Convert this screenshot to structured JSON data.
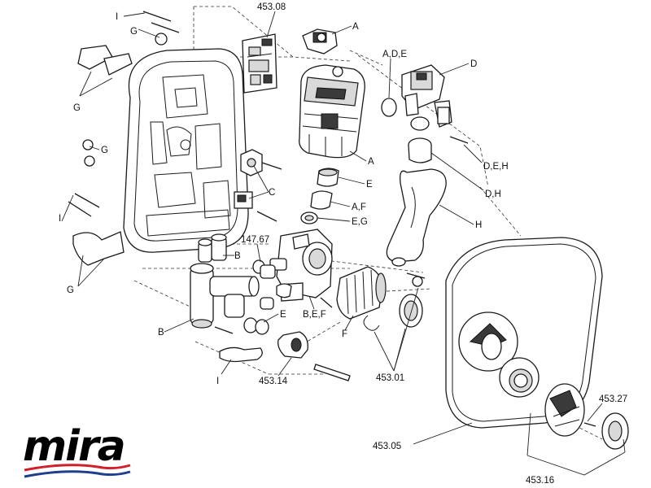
{
  "callouts": {
    "c_453_08": "453.08",
    "c_A_top": "A",
    "c_I_top": "I",
    "c_G_top": "G",
    "c_G_left": "G",
    "c_G_mid": "G",
    "c_ADE": "A,D,E",
    "c_D": "D",
    "c_A_motor": "A",
    "c_DEH": "D,E,H",
    "c_E_motor": "E",
    "c_C": "C",
    "c_DH": "D,H",
    "c_I_left": "I",
    "c_AF": "A,F",
    "c_EG": "E,G",
    "c_H": "H",
    "c_147_67": "147.67",
    "c_B_top": "B",
    "c_G_bottom": "G",
    "c_E_mid": "E",
    "c_BEF": "B,E,F",
    "c_F": "F",
    "c_B_left": "B",
    "c_453_01": "453.01",
    "c_I_bottom": "I",
    "c_453_14": "453.14",
    "c_453_27": "453.27",
    "c_453_05": "453.05",
    "c_453_16": "453.16"
  },
  "logo": {
    "brand": "mira",
    "colors": {
      "text": "#000000",
      "swoosh_red": "#d0202a",
      "swoosh_blue": "#1f3e8c"
    }
  }
}
